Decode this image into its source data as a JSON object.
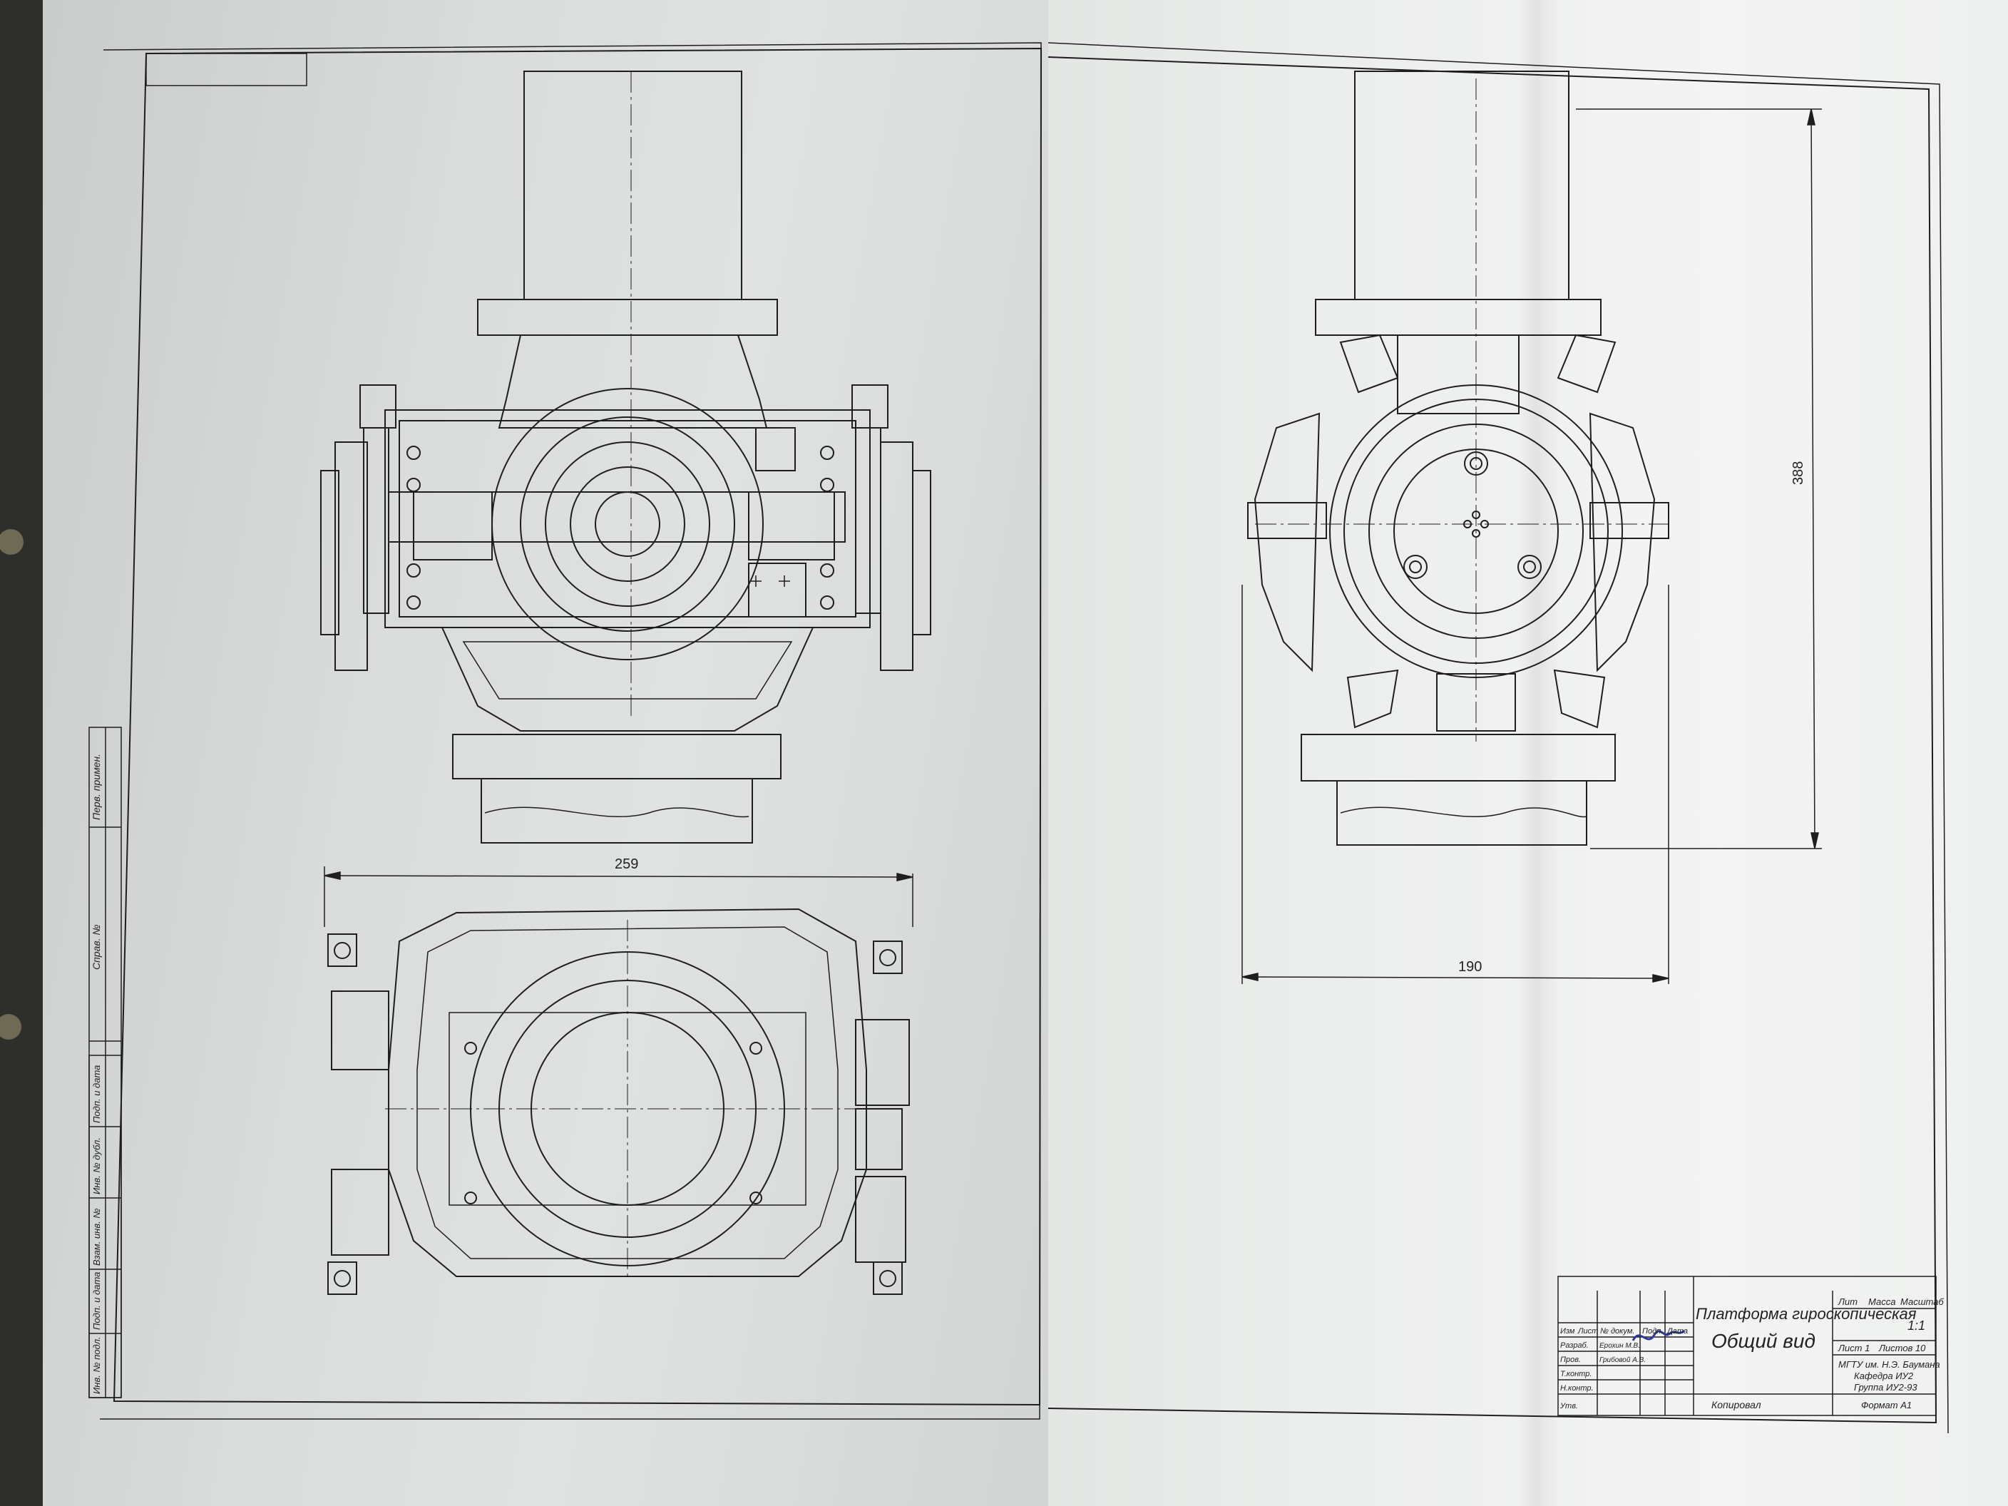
{
  "dimensions": {
    "front_width": "259",
    "side_width": "190",
    "side_height": "388"
  },
  "stamp": {
    "title": "Платформа гироскопическая",
    "subtitle": "Общий вид",
    "scale": "1:1",
    "sheet_text": "Лист 1",
    "sheets_text": "Листов 10",
    "header_lit": "Лит",
    "header_mass": "Масса",
    "header_scale": "Масштаб",
    "org_line1": "МГТУ им. Н.Э. Баумана",
    "org_line2": "Кафедра ИУ2",
    "org_line3": "Группа ИУ2-93",
    "format": "Формат А1",
    "copied": "Копировал",
    "row_izm": "Изм",
    "row_list": "Лист",
    "row_doc": "№ докум.",
    "row_sign": "Подп.",
    "row_date": "Дата",
    "role_razrab": "Разраб.",
    "role_prov": "Пров.",
    "role_tkontr": "Т.контр.",
    "role_nkontr": "Н.контр.",
    "role_utv": "Утв.",
    "name_razrab": "Ерохин М.В.",
    "name_prov": "Грибовой А.В."
  },
  "margin_column": {
    "perv_primen": "Перв. примен.",
    "sprav_no": "Справ. №",
    "podp_data_1": "Подп. и дата",
    "inv_dubl": "Инв. № дубл.",
    "vzam_inv": "Взам. инв. №",
    "podp_data_2": "Подп. и дата",
    "inv_podl": "Инв. № подл."
  },
  "colors": {
    "paper": "#eceeed",
    "ink": "#1e1e1e",
    "background": "#2e2f2b",
    "signature": "#2a3a9a"
  }
}
